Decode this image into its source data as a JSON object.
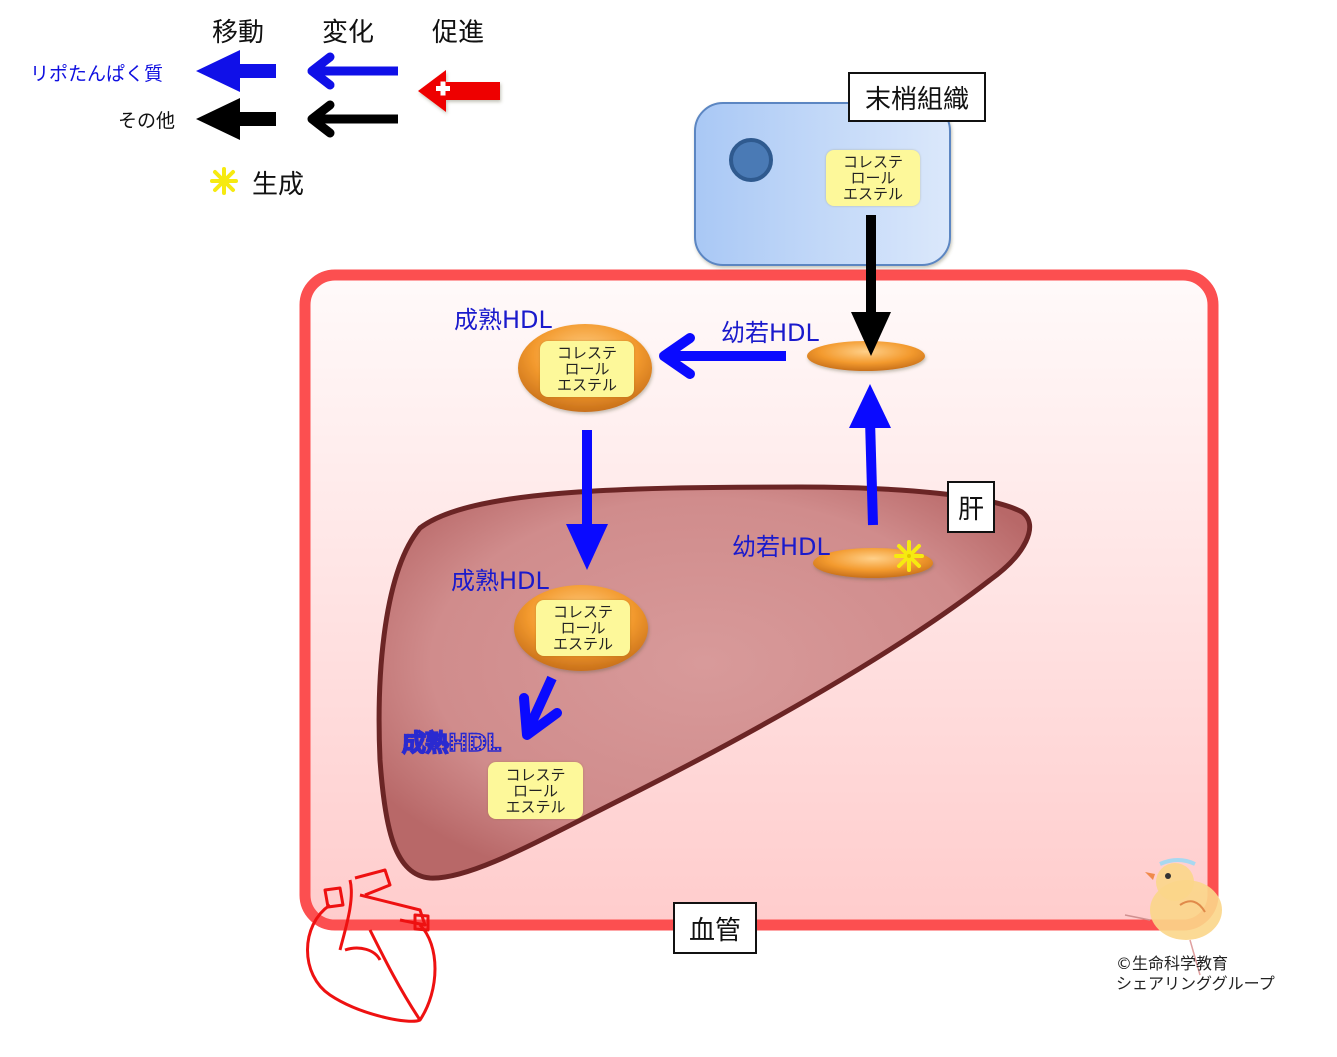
{
  "legend": {
    "columns": [
      "移動",
      "変化",
      "促進"
    ],
    "rows": [
      {
        "label": "リポたんぱく質",
        "color": "#1010e8",
        "icons": [
          "move-arrow",
          "change-arrow"
        ]
      },
      {
        "label": "その他",
        "color": "#000000",
        "icons": [
          "move-arrow",
          "change-arrow"
        ]
      }
    ],
    "promote_icon": "red-plus-arrow",
    "promote_color": "#ee0000",
    "generation_label": "生成",
    "generation_icon": "yellow-asterisk"
  },
  "labels": {
    "peripheral_tissue": "末梢組織",
    "liver": "肝",
    "blood_vessel": "血管"
  },
  "cholesterol_ester": {
    "line1": "コレステ",
    "line2": "ロール",
    "line3": "エステル"
  },
  "hdl": {
    "young_vessel": "幼若HDL",
    "mature_vessel": "成熟HDL",
    "young_liver": "幼若HDL",
    "mature_liver": "成熟HDL",
    "dissolved_liver": "成熟HDL"
  },
  "colors": {
    "vessel_border": "#fc4f50",
    "vessel_fill_top": "#fffafa",
    "vessel_fill_bottom": "#ffcfcf",
    "liver_border": "#6b2525",
    "liver_fill": "#cf8585",
    "tissue_fill": "#b9d3f7",
    "tissue_border": "#5b86c2",
    "nucleus": "#4a7ab5",
    "hdl_orange": "#f0922a",
    "ce_yellow": "#fdf89a",
    "arrow_blue": "#0a0aff",
    "arrow_black": "#000000"
  },
  "copyright": {
    "line1": "©生命科学教育",
    "line2": "シェアリンググループ"
  }
}
